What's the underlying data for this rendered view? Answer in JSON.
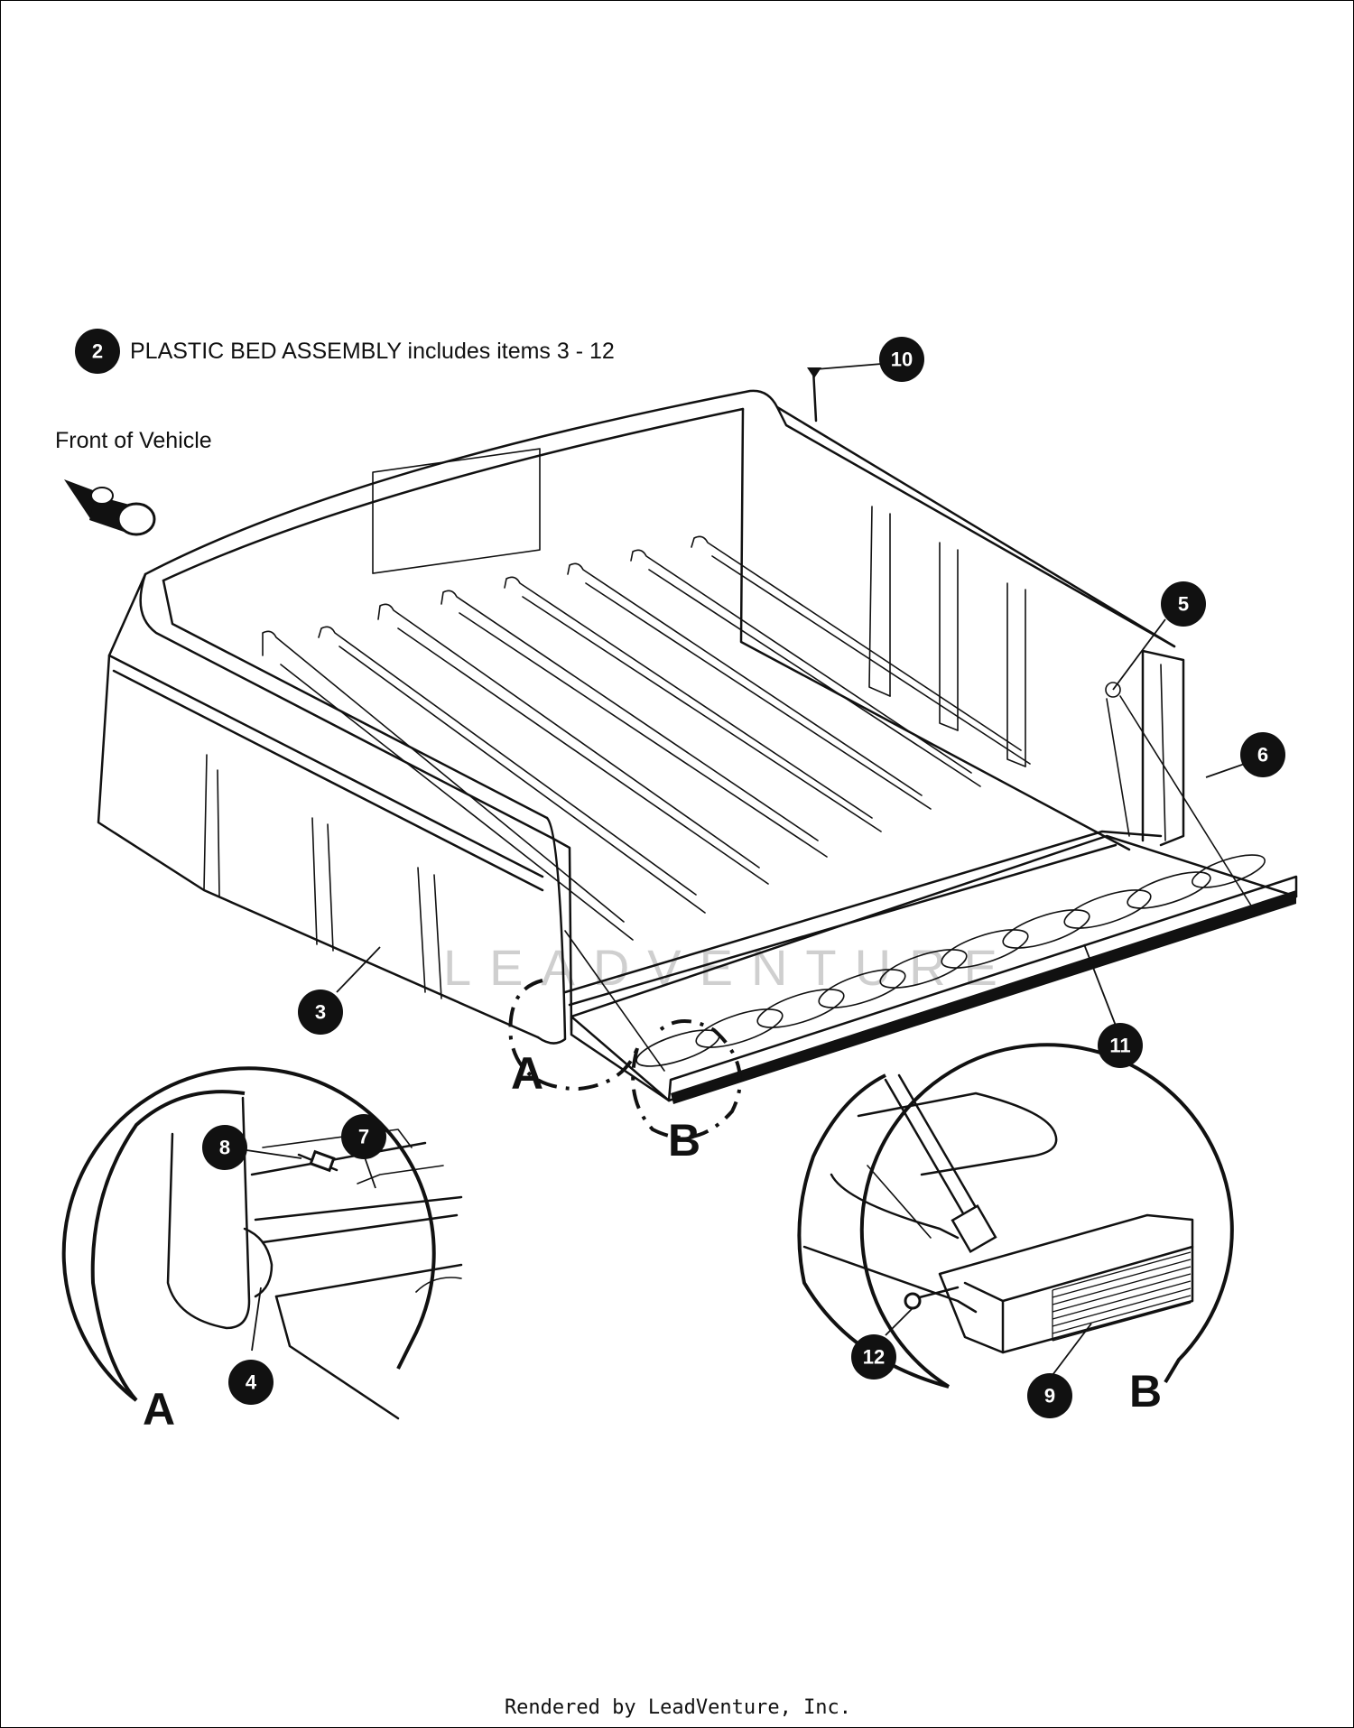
{
  "assembly": {
    "callout": "2",
    "title": "PLASTIC BED ASSEMBLY includes items 3 - 12"
  },
  "front_label": "Front of Vehicle",
  "callouts": [
    {
      "id": "callout-3",
      "label": "3"
    },
    {
      "id": "callout-4",
      "label": "4"
    },
    {
      "id": "callout-5",
      "label": "5"
    },
    {
      "id": "callout-6",
      "label": "6"
    },
    {
      "id": "callout-7",
      "label": "7"
    },
    {
      "id": "callout-8",
      "label": "8"
    },
    {
      "id": "callout-9",
      "label": "9"
    },
    {
      "id": "callout-10",
      "label": "10"
    },
    {
      "id": "callout-11",
      "label": "11"
    },
    {
      "id": "callout-12",
      "label": "12"
    }
  ],
  "details": {
    "a": "A",
    "b": "B"
  },
  "watermark": "LEADVENTURE",
  "footer": "Rendered by LeadVenture, Inc."
}
